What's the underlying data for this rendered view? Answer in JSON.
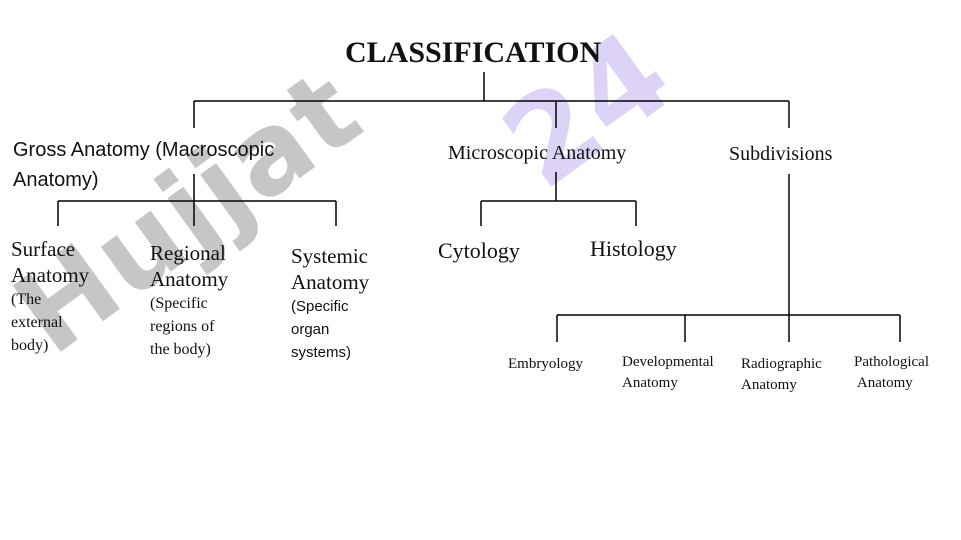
{
  "watermark": {
    "text": "Hujjat",
    "number": "24"
  },
  "title": "CLASSIFICATION",
  "gross": {
    "label": "Gross Anatomy (Macroscopic Anatomy)",
    "children": [
      {
        "title_line1": "Surface",
        "title_line2": "Anatomy",
        "desc": [
          "(The",
          "external",
          "body)"
        ]
      },
      {
        "title_line1": "Regional",
        "title_line2": "Anatomy",
        "desc": [
          "(Specific",
          "regions of",
          "the body)"
        ]
      },
      {
        "title_line1": "Systemic",
        "title_line2": "Anatomy",
        "desc": [
          "(Specific",
          "organ",
          "systems)"
        ]
      }
    ]
  },
  "microscopic": {
    "label": "Microscopic Anatomy",
    "children": [
      "Cytology",
      "Histology"
    ]
  },
  "subdivisions": {
    "label": "Subdivisions",
    "children": [
      {
        "line1": "Embryology",
        "line2": ""
      },
      {
        "line1": "Developmental",
        "line2": "Anatomy"
      },
      {
        "line1": "Radiographic",
        "line2": "Anatomy"
      },
      {
        "line1": "Pathological",
        "line2": " Anatomy"
      }
    ]
  },
  "colors": {
    "lines": "#000000",
    "watermark_text": "#c6c6c6",
    "watermark_number": "#dcd3f7"
  }
}
